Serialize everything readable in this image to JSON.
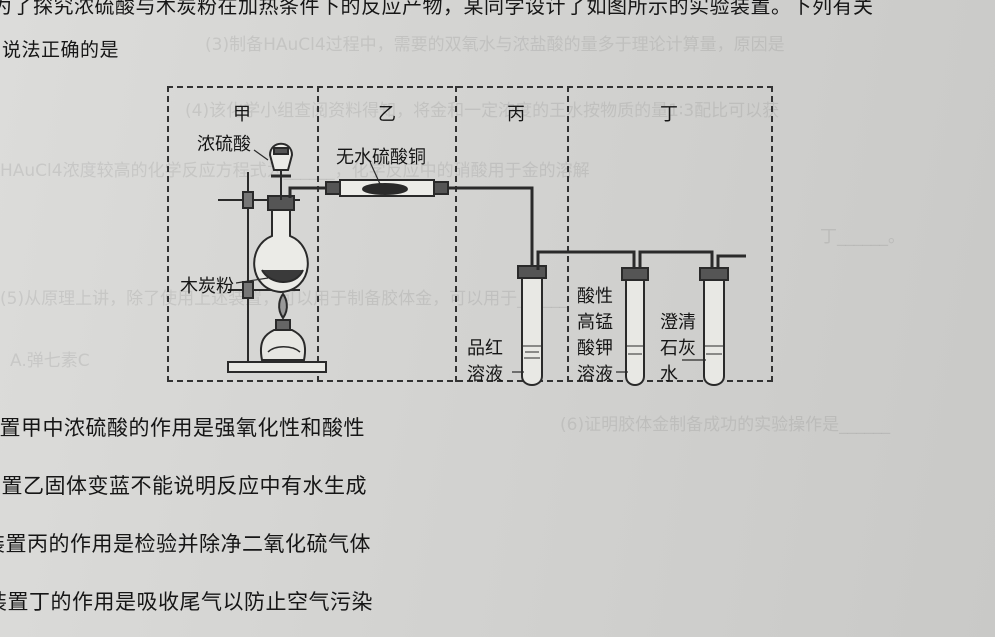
{
  "header": {
    "line1": "为了探究浓硫酸与木炭粉在加热条件下的反应产物，某同学设计了如图所示的实验装置。下列有关",
    "line2": "说法正确的是"
  },
  "diagram": {
    "sections": [
      "甲",
      "乙",
      "丙",
      "丁"
    ],
    "labels": {
      "conc_acid": "浓硫酸",
      "charcoal": "木炭粉",
      "cuso4": "无水硫酸铜",
      "pinhong": [
        "品红",
        "溶液"
      ],
      "kmno4": [
        "酸性",
        "高锰",
        "酸钾",
        "溶液"
      ],
      "limewater": [
        "澄清",
        "石灰",
        "水"
      ]
    }
  },
  "options": [
    "装置甲中浓硫酸的作用是强氧化性和酸性",
    "装置乙固体变蓝不能说明反应中有水生成",
    "装置丙的作用是检验并除净二氧化硫气体",
    "装置丁的作用是吸收尾气以防止空气污染"
  ],
  "background_text": [
    "(3)制备HAuCl4过程中，需要的双氧水与浓盐酸的量多于理论计算量，原因是",
    "(4)该化学小组查阅资料得知，将金和一定浓度的王水按物质的量1∶3配比可以获",
    "HAuCl4浓度较高的化学反应方程式为______，化学反应中的硝酸用于金的溶解",
    "丁______。",
    "(5)从原理上讲，除了使用上述装置，可以用于制备胶体金，可以用于______",
    "A.弹七素C",
    "(6)证明胶体金制备成功的实验操作是______"
  ]
}
